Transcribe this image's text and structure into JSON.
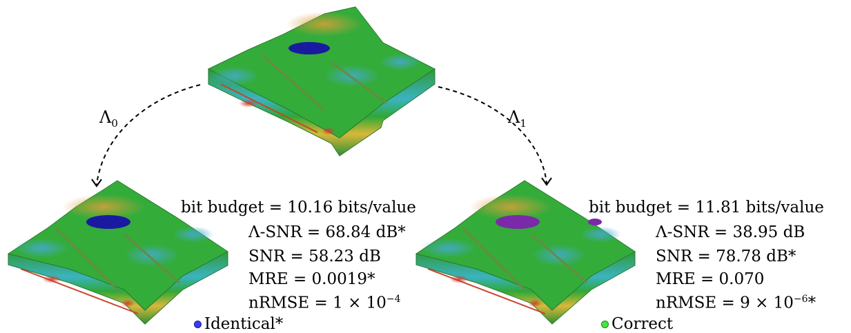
{
  "arrows": {
    "left_label": "Λ",
    "left_sub": "0",
    "right_label": "Λ",
    "right_sub": "1"
  },
  "left_metrics": {
    "bit_budget": "bit budget = 10.16 bits/value",
    "lambda_snr": "Λ-SNR = 68.84 dB*",
    "snr": "SNR = 58.23 dB",
    "mre": "MRE = 0.0019*",
    "nrmse_base": "nRMSE = 1 × 10",
    "nrmse_exp": "−4",
    "nrmse_suffix": "",
    "legend_label": "Identical*",
    "legend_color": "#3b3bff"
  },
  "right_metrics": {
    "bit_budget": "bit budget = 11.81 bits/value",
    "lambda_snr": "Λ-SNR = 38.95 dB",
    "snr": "SNR = 78.78 dB*",
    "mre": "MRE = 0.070",
    "nrmse_base": "nRMSE = 9 × 10",
    "nrmse_exp": "−6",
    "nrmse_suffix": "*",
    "legend_label": "Correct",
    "legend_color": "#44e644"
  },
  "colors": {
    "surface_green": "#2fa836",
    "surface_light": "#6cc43a",
    "surface_blue": "#3fa8c8",
    "hotspot_dark_blue": "#1a1aa0",
    "hotspot_purple": "#7a2aa8",
    "edge_red": "#c8442a",
    "edge_yellow": "#d8b83a"
  }
}
